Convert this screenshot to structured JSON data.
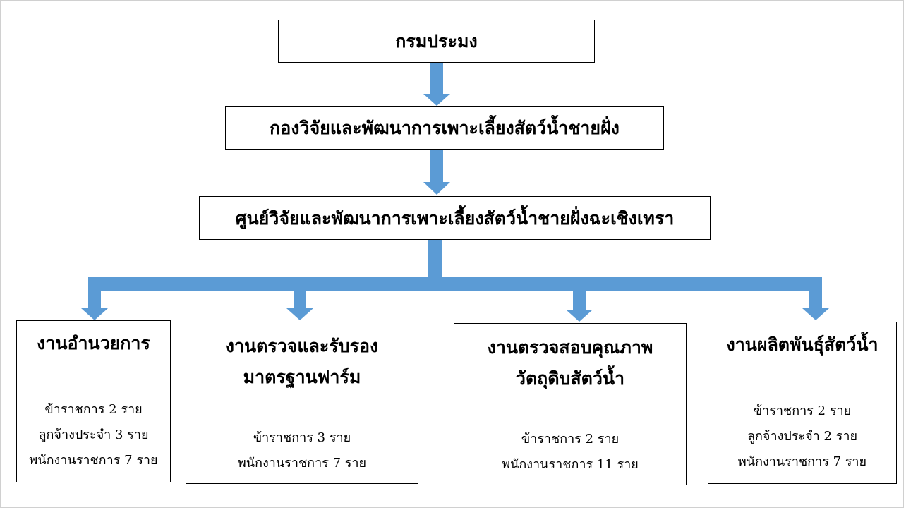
{
  "colors": {
    "connector": "#5b9bd5",
    "border": "#000000"
  },
  "top": {
    "label": "กรมประมง"
  },
  "division": {
    "label": "กองวิจัยและพัฒนาการเพาะเลี้ยงสัตว์น้ำชายฝั่ง"
  },
  "center": {
    "label": "ศูนย์วิจัยและพัฒนาการเพาะเลี้ยงสัตว์น้ำชายฝั่งฉะเชิงเทรา"
  },
  "units": [
    {
      "title_lines": [
        "งานอำนวยการ"
      ],
      "staff": [
        "ข้าราชการ 2 ราย",
        "ลูกจ้างประจำ 3 ราย",
        "พนักงานราชการ 7 ราย"
      ]
    },
    {
      "title_lines": [
        "งานตรวจและรับรอง",
        "มาตรฐานฟาร์ม"
      ],
      "staff": [
        "ข้าราชการ 3 ราย",
        "พนักงานราชการ 7 ราย"
      ]
    },
    {
      "title_lines": [
        "งานตรวจสอบคุณภาพ",
        "วัตถุดิบสัตว์น้ำ"
      ],
      "staff": [
        "ข้าราชการ 2 ราย",
        "พนักงานราชการ 11 ราย"
      ]
    },
    {
      "title_lines": [
        "งานผลิตพันธุ์สัตว์น้ำ"
      ],
      "staff": [
        "ข้าราชการ 2 ราย",
        "ลูกจ้างประจำ 2 ราย",
        "พนักงานราชการ 7 ราย"
      ]
    }
  ]
}
